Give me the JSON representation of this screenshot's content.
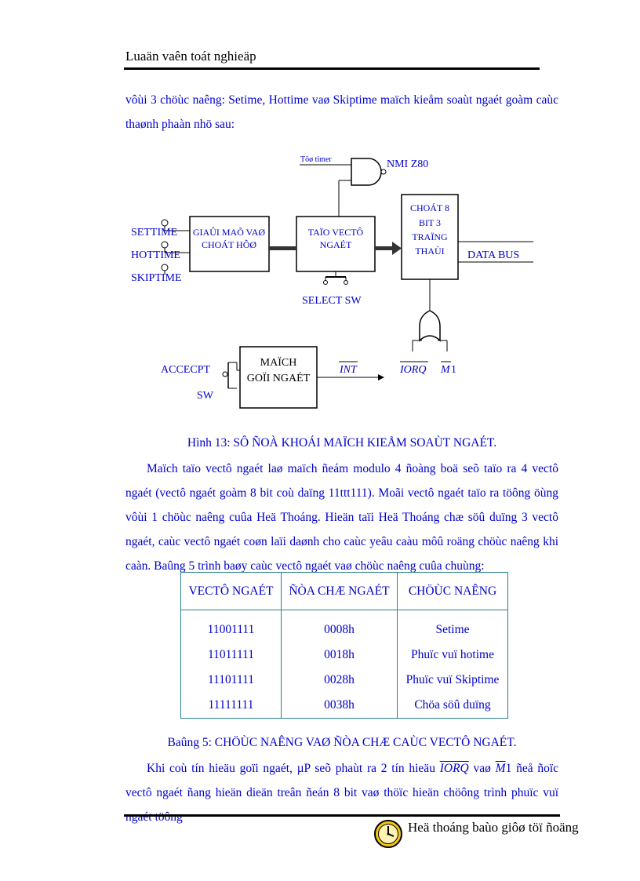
{
  "header": {
    "title": "Luaän vaên toát nghieäp"
  },
  "intro_paragraph": "vôùi 3 chöùc naêng: Setime, Hottime vaø Skiptime maïch kieåm soaùt ngaét goàm caùc thaønh phaàn nhö sau:",
  "diagram": {
    "labels": {
      "tu_timer": "Töø timer",
      "nmi": "NMI Z80",
      "settime": "SETTIME",
      "hottime": "HOTTIME",
      "skiptime": "SKIPTIME",
      "giai_ma_line1": "GIAÛI MAÕ VAØ",
      "giai_ma_line2": "CHOÁT HÔØ",
      "tao_vecto_line1": "TAÏO VECTÔ",
      "tao_vecto_line2": "NGAÉT",
      "chot_line1": "CHOÁT 8",
      "chot_line2": "BIT 3",
      "chot_line3": "TRAÏNG",
      "chot_line4": "THAÙI",
      "data_bus": "DATA BUS",
      "select_sw": "SELECT SW",
      "accecpt": "ACCECPT",
      "sw": "SW",
      "mach_line1": "MAÏCH",
      "mach_line2": "GOÏI NGAÉT",
      "int": "INT",
      "iorq": "IORQ",
      "m1_m": "M",
      "m1_1": "1"
    }
  },
  "figure_caption": "Hình 13: SÔ ÑOÀ KHOÁI MAÏCH KIEÅM SOAÙT NGAÉT.",
  "body_paragraph": "Maïch taïo vectô ngaét laø maïch ñeám modulo 4 ñoàng boä seõ taïo ra 4 vectô ngaét (vectô ngaét goàm 8 bit coù daïng 11ttt111). Moãi vectô ngaét taïo ra töông öùng vôùi 1 chöùc naêng cuûa Heä Thoáng. Hieän taïi Heä Thoáng chæ söû duïng 3 vectô ngaét, caùc vectô ngaét coøn laïi daønh cho caùc yeâu caàu môû roäng chöùc naêng khi caàn. Baûng 5 trình baøy caùc vectô ngaét vaø chöùc naêng cuûa chuùng:",
  "table": {
    "headers": [
      "VECTÔ NGAÉT",
      "ÑÒA CHÆ NGAÉT",
      "CHÖÙC NAÊNG"
    ],
    "rows": [
      [
        "11001111",
        "0008h",
        "Setime"
      ],
      [
        "11011111",
        "0018h",
        "Phuïc vuï hotime"
      ],
      [
        "11101111",
        "0028h",
        "Phuïc vuï Skiptime"
      ],
      [
        "11111111",
        "0038h",
        "Chöa söû duïng"
      ]
    ]
  },
  "table_caption": "Baûng 5: CHÖÙC NAÊNG VAØ ÑÒA CHÆ CAÙC VECTÔ NGAÉT.",
  "closing": {
    "part1": "Khi coù tín hieäu goïi ngaét, µP seõ phaùt ra 2 tín hieäu",
    "iorq": "IORQ",
    "vao": "vaø",
    "m1_m": "M",
    "m1_1": "1",
    "part2": "ñeå ñoïc vectô ngaét ñang hieän dieän treân ñeán 8 bit vaø thöïc hieän chöông trình phuïc vuï ngaét töông"
  },
  "footer": {
    "text": "Heä thoáng baùo giôø töï ñoäng"
  }
}
